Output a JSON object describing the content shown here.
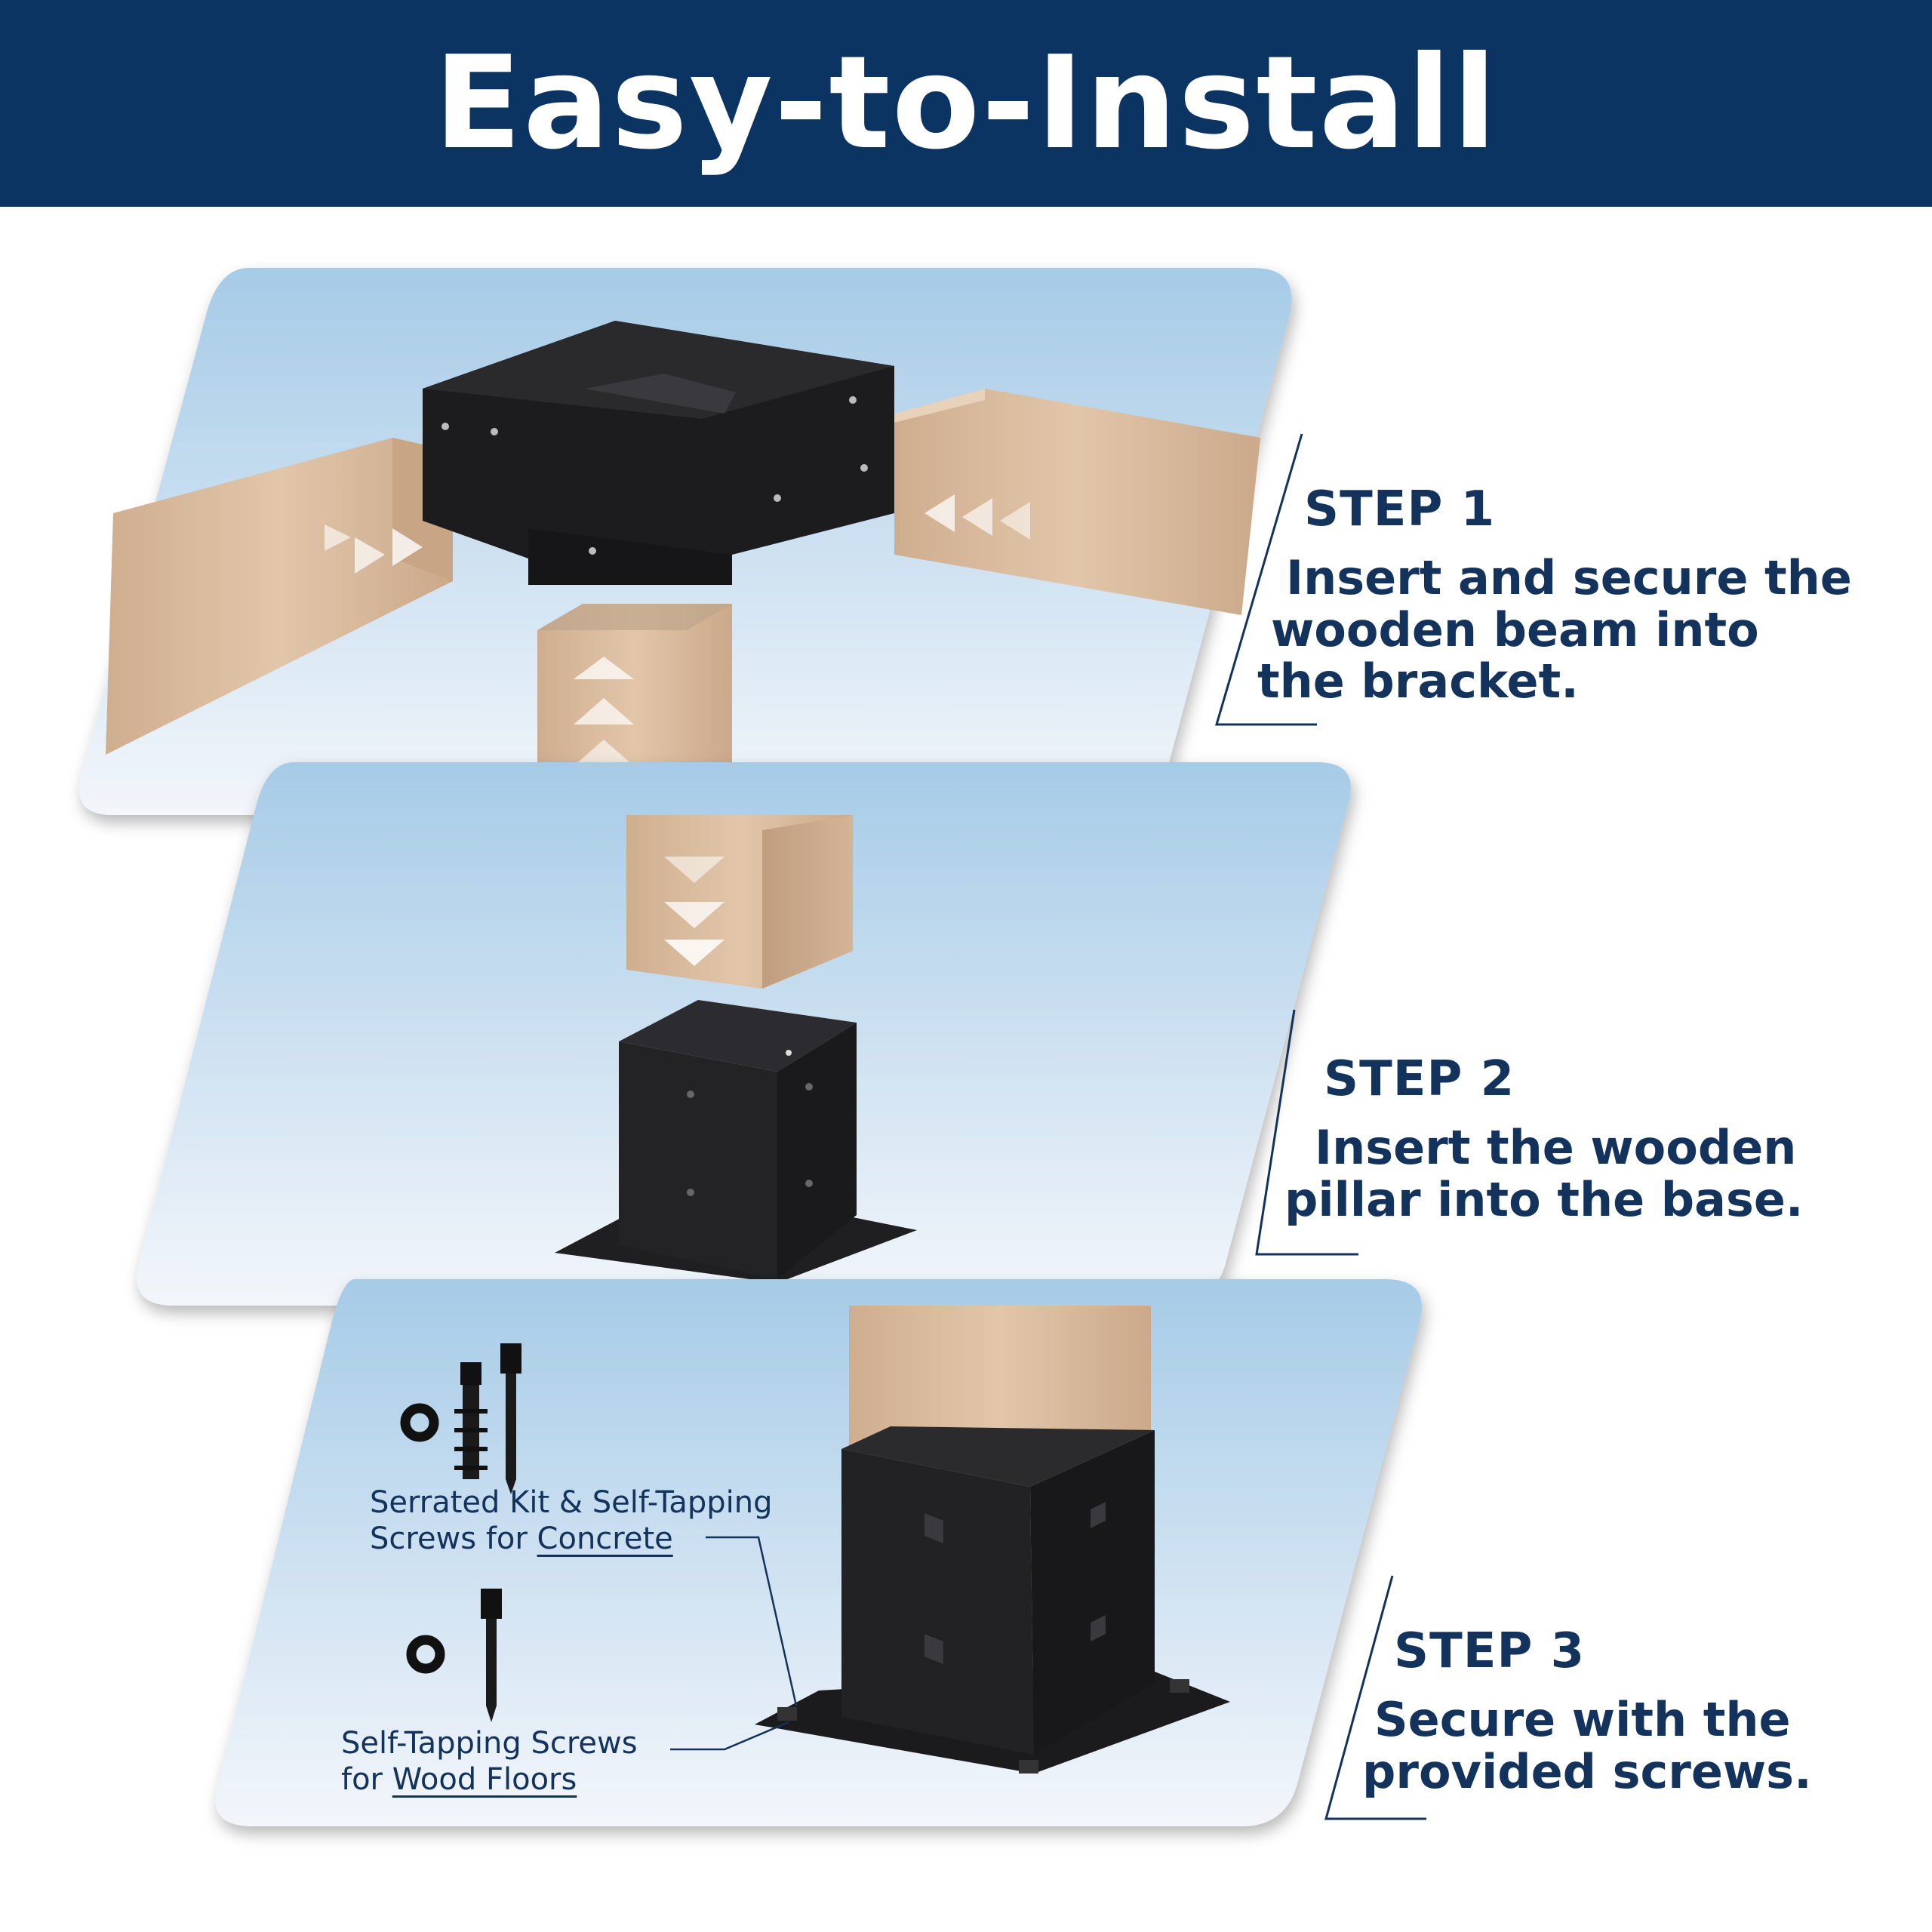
{
  "header": {
    "title": "Easy-to-Install"
  },
  "steps": [
    {
      "title": "STEP 1",
      "lines": [
        "Insert and secure the",
        "wooden beam into",
        "the bracket."
      ]
    },
    {
      "title": "STEP 2",
      "lines": [
        "Insert the wooden",
        "pillar into the base."
      ]
    },
    {
      "title": "STEP 3",
      "lines": [
        "Secure with the",
        "provided screws."
      ]
    }
  ],
  "hardware": {
    "concrete": {
      "line1": "Serrated Kit & Self-Tapping",
      "line2_prefix": "Screws for ",
      "line2_underlined": "Concrete"
    },
    "wood": {
      "line1": "Self-Tapping Screws",
      "line2_prefix": "for ",
      "line2_underlined": "Wood Floors"
    }
  },
  "colors": {
    "navy": "#0c3463",
    "text": "#13325c",
    "panel_top": "#a9cde8",
    "panel_bottom": "#f4f7fb",
    "wood": "#d8b89a",
    "steel": "#1c1c1e"
  }
}
